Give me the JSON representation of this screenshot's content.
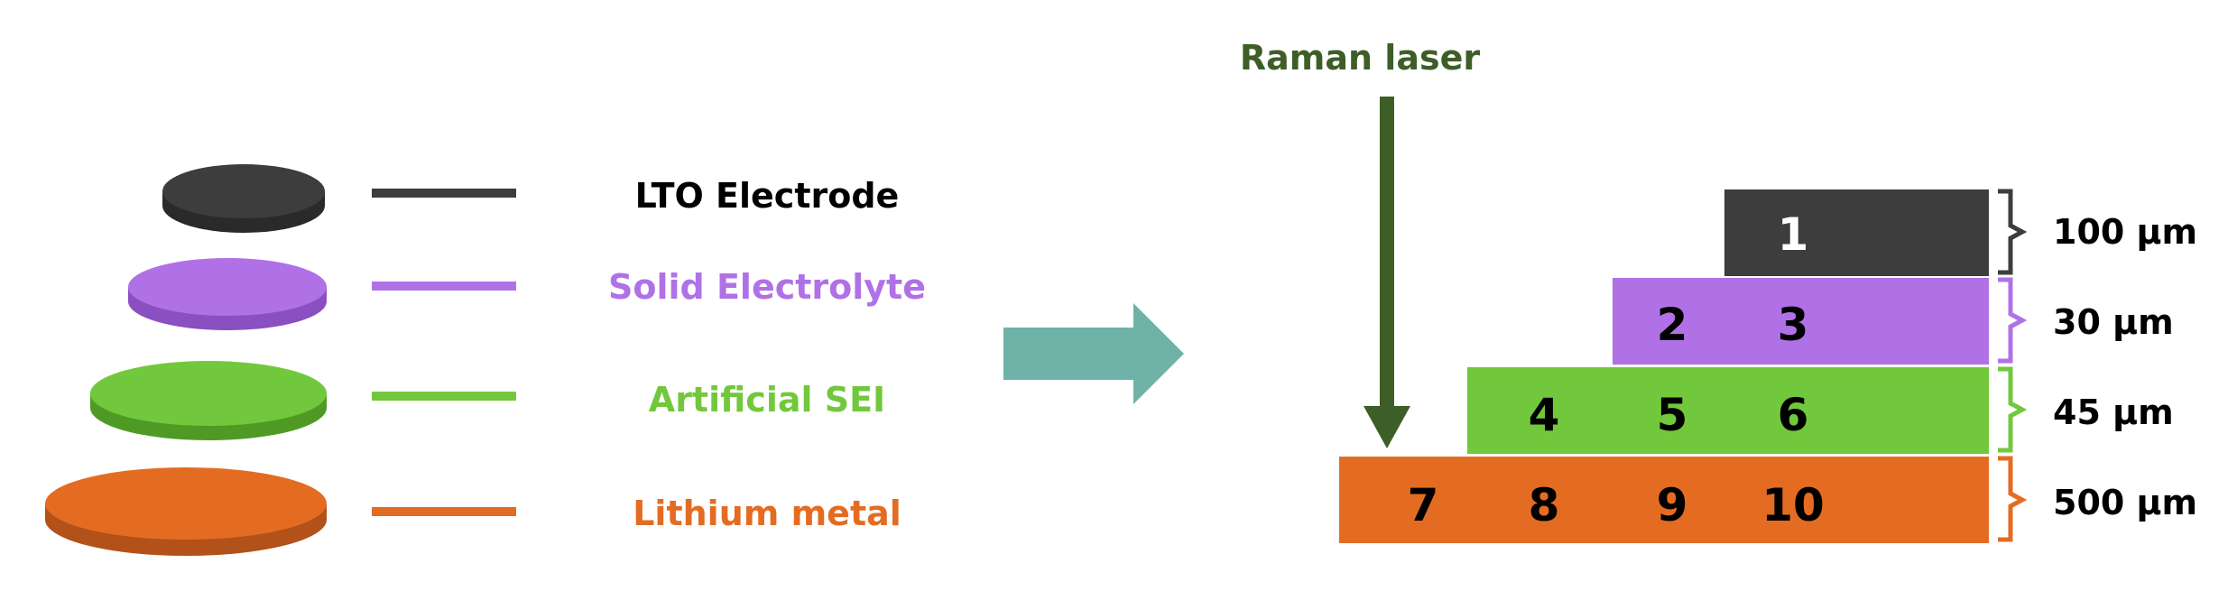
{
  "legend": [
    {
      "label": "LTO Electrode",
      "color": "#3d3d3d",
      "side": "#2a2a2a"
    },
    {
      "label": "Solid Electrolyte",
      "color": "#b071e6",
      "side": "#8a4fc0"
    },
    {
      "label": "Artificial SEI",
      "color": "#72c83c",
      "side": "#4f9a25"
    },
    {
      "label": "Lithium metal",
      "color": "#e46c22",
      "side": "#b2511a"
    }
  ],
  "arrow_color": "#6fb3a8",
  "laser": {
    "label": "Raman laser",
    "color": "#3e5e28"
  },
  "layers": [
    {
      "color": "#3d3d3d",
      "text_color": "#ffffff",
      "numbers": [
        "1"
      ],
      "thickness": "100 µm"
    },
    {
      "color": "#b071e6",
      "text_color": "#000000",
      "numbers": [
        "2",
        "3"
      ],
      "thickness": "30 µm"
    },
    {
      "color": "#72c83c",
      "text_color": "#000000",
      "numbers": [
        "4",
        "5",
        "6"
      ],
      "thickness": "45 µm"
    },
    {
      "color": "#e46c22",
      "text_color": "#000000",
      "numbers": [
        "7",
        "8",
        "9",
        "10"
      ],
      "thickness": "500 µm"
    }
  ]
}
